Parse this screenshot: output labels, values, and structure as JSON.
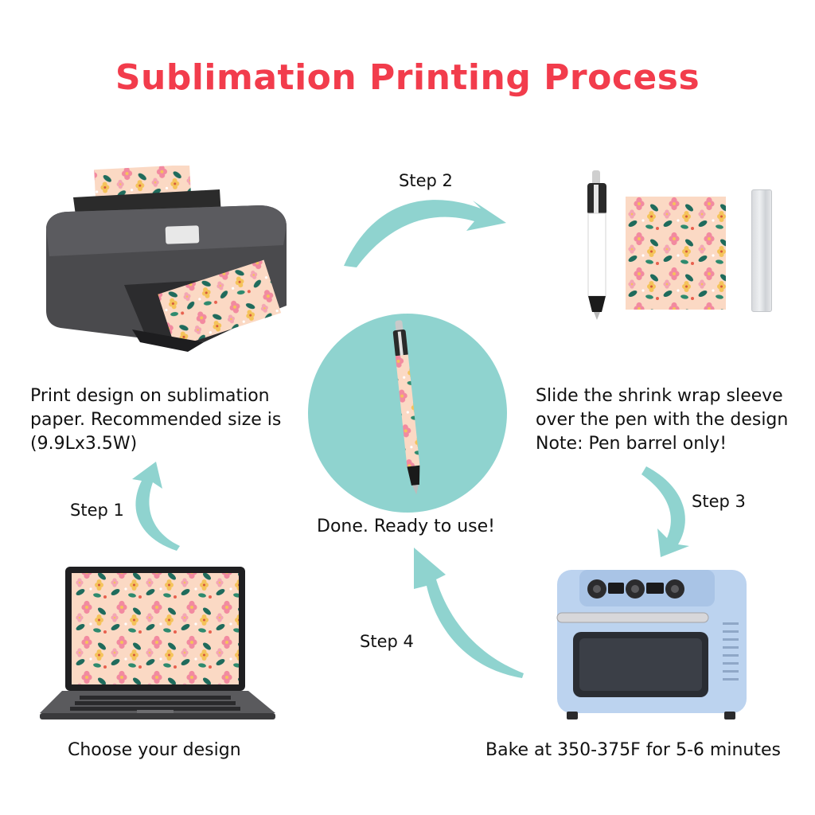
{
  "title": "Sublimation Printing Process",
  "center_caption": "Done. Ready to use!",
  "steps": [
    {
      "label": "Step 1"
    },
    {
      "label": "Step 2"
    },
    {
      "label": "Step 3"
    },
    {
      "label": "Step 4"
    }
  ],
  "descriptions": {
    "print": [
      "Print design on sublimation",
      "paper. Recommended size is",
      "(9.9Lx3.5W)"
    ],
    "wrap": [
      "Slide the shrink wrap sleeve",
      "over the pen with the design",
      "Note: Pen barrel only!"
    ],
    "design": "Choose your design",
    "bake": "Bake at 350-375F for 5-6 minutes"
  },
  "colors": {
    "title": "#f23c4c",
    "accent_teal": "#8fd3cf",
    "floral_bg": "#fbd9c4",
    "floral_pink": "#f28aa0",
    "floral_yellow": "#f5c35a",
    "floral_green": "#1f6b5c",
    "oven_blue": "#bcd3ef"
  },
  "icons": [
    "printer-icon",
    "pen-icon",
    "floral-sheet-icon",
    "shrink-sleeve-icon",
    "laptop-icon",
    "oven-icon",
    "finished-pen-icon"
  ]
}
